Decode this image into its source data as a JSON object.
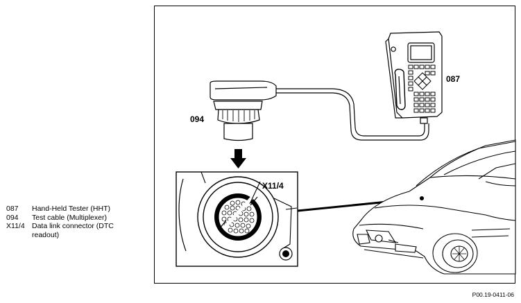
{
  "legend": [
    {
      "code": "087",
      "description": "Hand-Held Tester (HHT)"
    },
    {
      "code": "094",
      "description": "Test cable (Multiplexer)"
    },
    {
      "code": "X11/4",
      "description": "Data link connector (DTC readout)"
    }
  ],
  "callouts": {
    "tester": "087",
    "cable": "094",
    "connector": "X11/4"
  },
  "figure_id": "P00.19-0411-06"
}
